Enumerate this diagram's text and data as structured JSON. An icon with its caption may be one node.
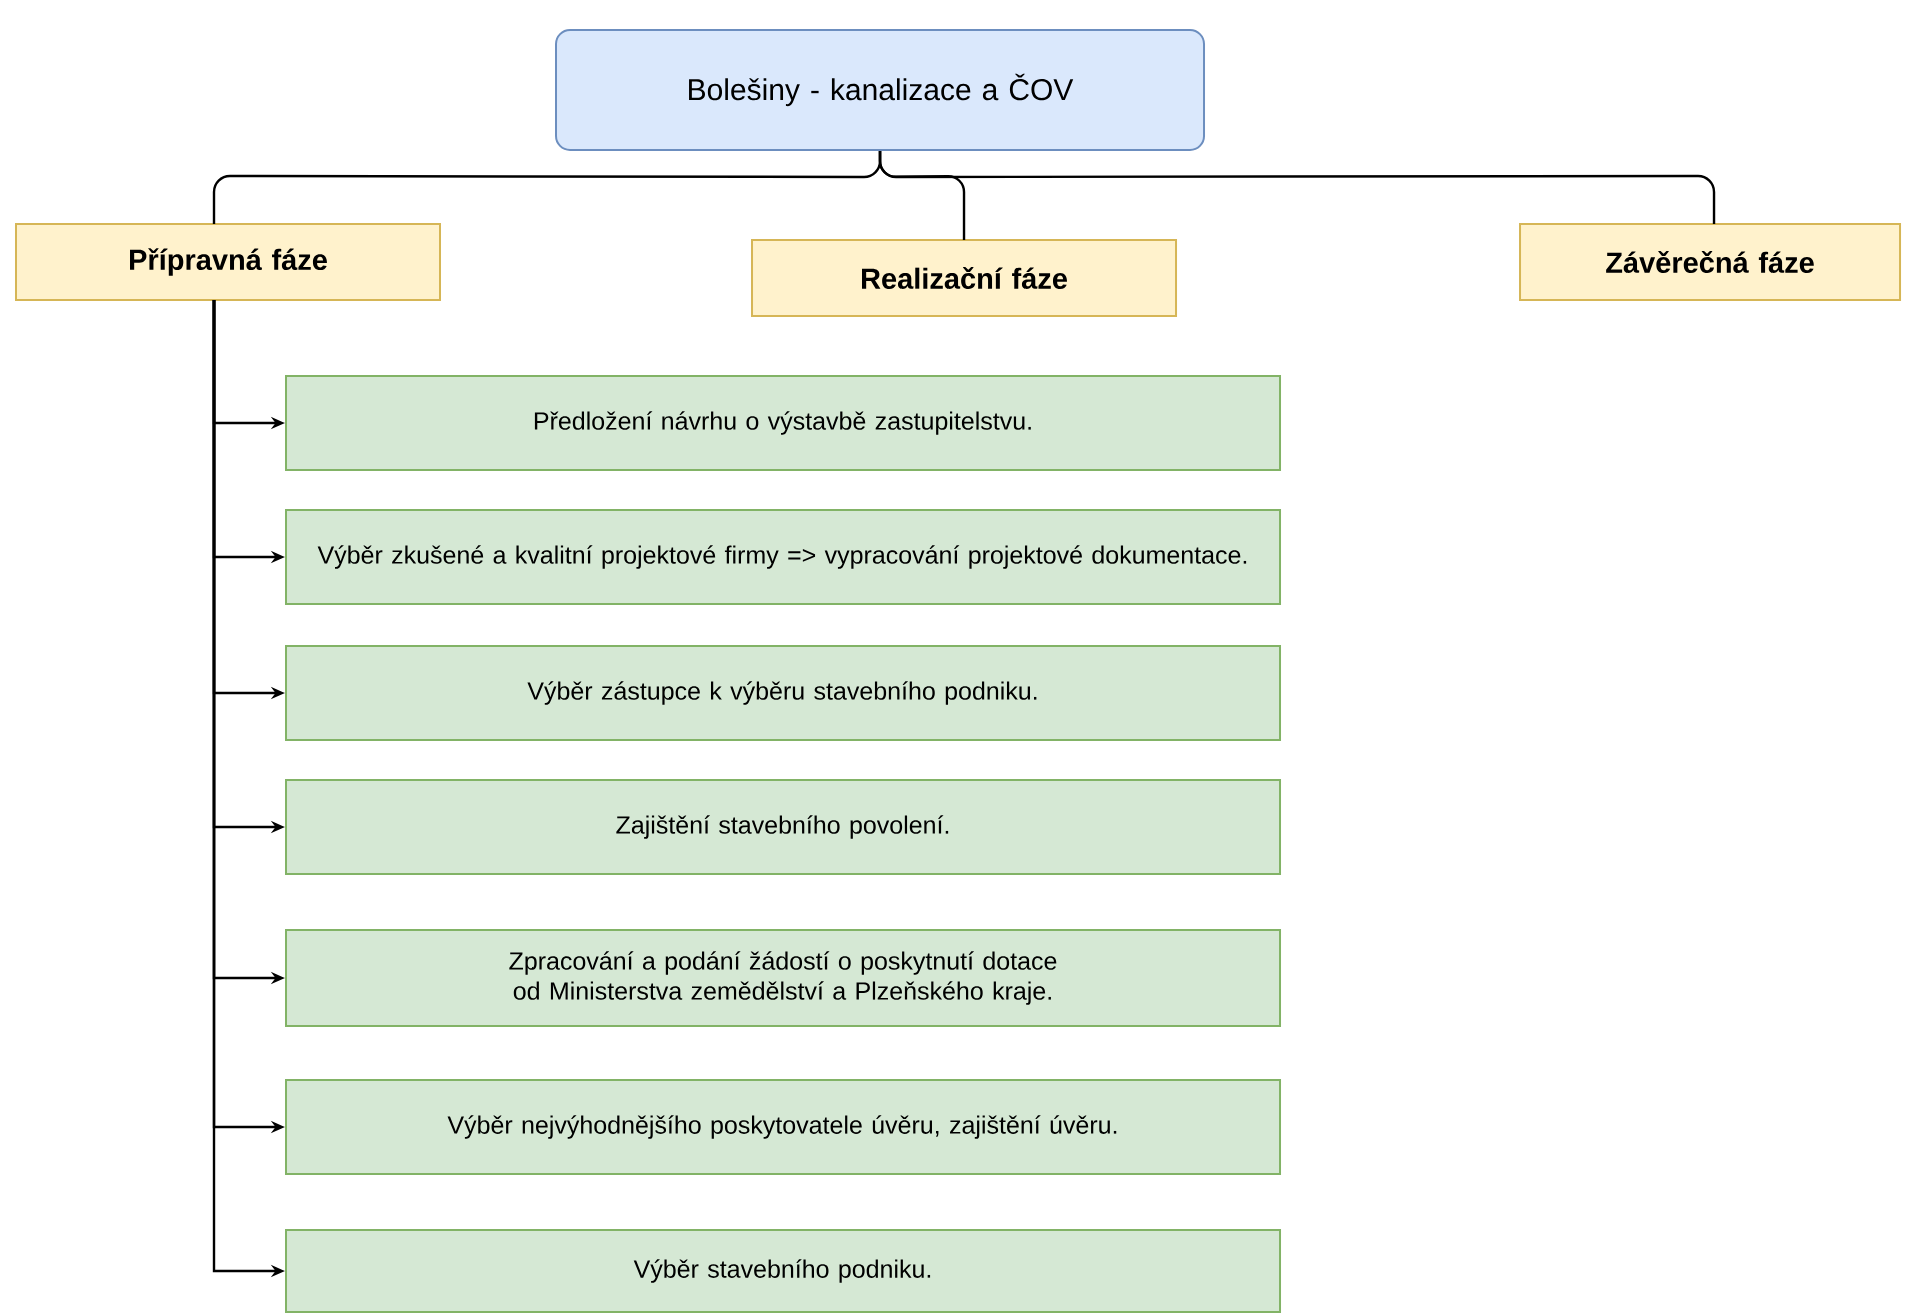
{
  "diagram": {
    "nodes": [
      {
        "text": [
          "Bolešiny - kanalizace a ČOV"
        ]
      },
      {
        "text": [
          "Přípravná fáze"
        ]
      },
      {
        "text": [
          "Realizační fáze"
        ]
      },
      {
        "text": [
          "Závěrečná fáze"
        ]
      },
      {
        "text": [
          "Předložení návrhu o výstavbě zastupitelstvu."
        ]
      },
      {
        "text": [
          "Výběr zkušené a kvalitní projektové firmy => vypracování projektové dokumentace."
        ]
      },
      {
        "text": [
          "Výběr zástupce k výběru stavebního podniku."
        ]
      },
      {
        "text": [
          "Zajištění stavebního povolení."
        ]
      },
      {
        "text": [
          "Zpracování a podání žádostí o poskytnutí dotace od Ministerstva zemědělství a Plzeňského kraje."
        ]
      },
      {
        "text": [
          "Výběr nejvýhodnějšího poskytovatele úvěru, zajištění úvěru."
        ]
      },
      {
        "text": [
          "Výběr stavebního podniku."
        ]
      }
    ],
    "edges": [
      {
        "from": 0,
        "to": 1,
        "arrow": "none"
      },
      {
        "from": 0,
        "to": 2,
        "arrow": "none"
      },
      {
        "from": 0,
        "to": 3,
        "arrow": "none"
      },
      {
        "from": 1,
        "to": 4,
        "arrow": "to"
      },
      {
        "from": 1,
        "to": 5,
        "arrow": "to"
      },
      {
        "from": 1,
        "to": 6,
        "arrow": "to"
      },
      {
        "from": 1,
        "to": 7,
        "arrow": "to"
      },
      {
        "from": 1,
        "to": 8,
        "arrow": "to"
      },
      {
        "from": 1,
        "to": 9,
        "arrow": "to"
      },
      {
        "from": 1,
        "to": 10,
        "arrow": "to"
      }
    ]
  }
}
